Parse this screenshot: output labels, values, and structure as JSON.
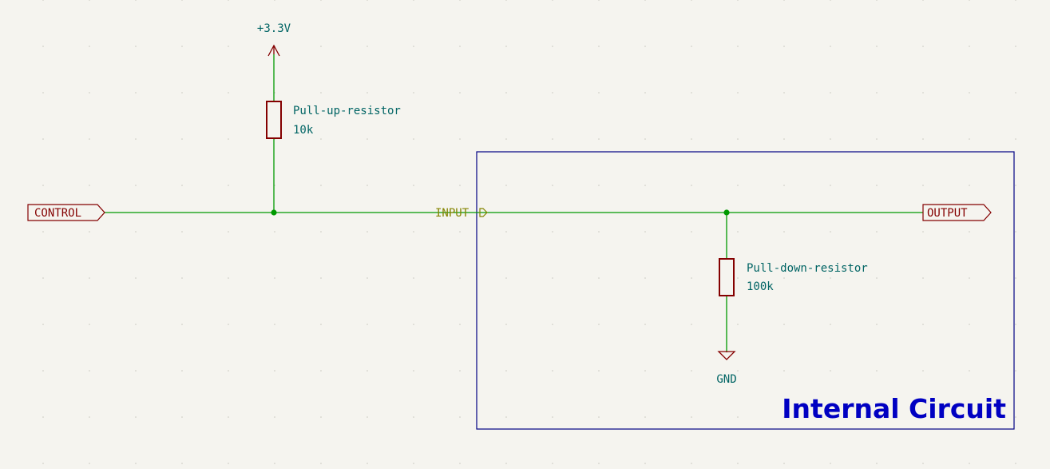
{
  "schematic": {
    "power_symbol": {
      "label": "+3.3V"
    },
    "pullup_resistor": {
      "reference": "Pull-up-resistor",
      "value": "10k"
    },
    "pulldown_resistor": {
      "reference": "Pull-down-resistor",
      "value": "100k"
    },
    "ground_symbol": {
      "label": "GND"
    },
    "global_labels": {
      "control": "CONTROL",
      "output": "OUTPUT"
    },
    "hierarchical_label": {
      "input": "INPUT"
    },
    "sheet": {
      "title": "Internal Circuit"
    },
    "colors": {
      "background": "#f5f4ef",
      "wire": "#009900",
      "component": "#840000",
      "symbol_text": "#006464",
      "label_text": "#840000",
      "hier_label": "#848400",
      "sheet_border": "#000084"
    }
  }
}
